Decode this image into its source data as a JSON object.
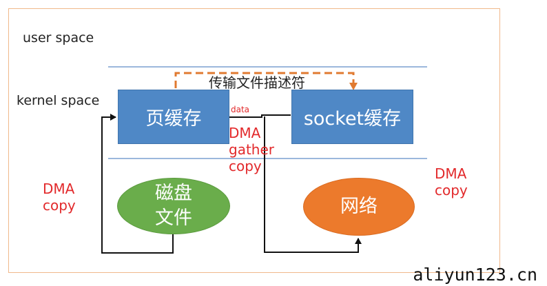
{
  "labels": {
    "user_space": "user space",
    "kernel_space": "kernel space",
    "transfer_fd": "传输文件描述符",
    "data": "data",
    "dma_gather_copy": [
      "DMA",
      "gather",
      "copy"
    ],
    "dma_copy_left": [
      "DMA",
      "copy"
    ],
    "dma_copy_right": [
      "DMA",
      "copy"
    ]
  },
  "nodes": {
    "page_cache": "页缓存",
    "socket_cache": "socket缓存",
    "disk_file": [
      "磁盘",
      "文件"
    ],
    "network": "网络"
  },
  "watermark": "aliyun123.cn",
  "colors": {
    "box_fill": "#4f88c6",
    "disk_fill": "#6aad4b",
    "network_fill": "#ec7a2c",
    "dashed_arrow": "#e07a30",
    "label_red": "#e2292b",
    "separator": "#7a9fd0",
    "frame": "#f0b88a"
  }
}
